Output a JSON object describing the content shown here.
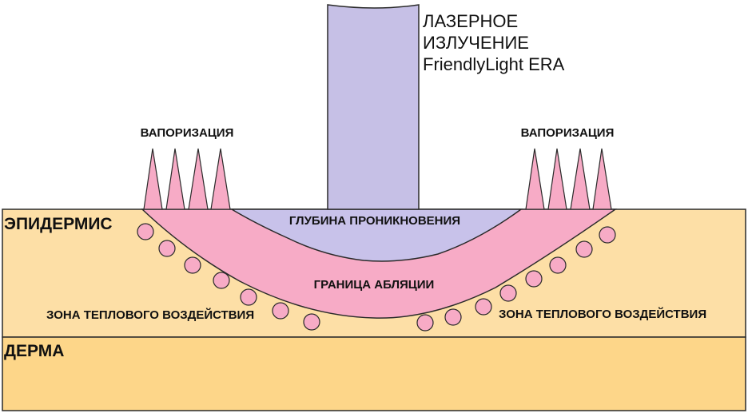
{
  "laser": {
    "line1": "ЛАЗЕРНОЕ",
    "line2": "ИЗЛУЧЕНИЕ",
    "line3": "FriendlyLight ERA"
  },
  "labels": {
    "vaporization_left": "ВАПОРИЗАЦИЯ",
    "vaporization_right": "ВАПОРИЗАЦИЯ",
    "epidermis": "ЭПИДЕРМИС",
    "dermis": "ДЕРМА",
    "penetration_depth": "ГЛУБИНА ПРОНИКНОВЕНИЯ",
    "ablation_boundary": "ГРАНИЦА АБЛЯЦИИ",
    "thermal_zone_left": "ЗОНА ТЕПЛОВОГО ВОЗДЕЙСТВИЯ",
    "thermal_zone_right": "ЗОНА ТЕПЛОВОГО ВОЗДЕЙСТВИЯ"
  },
  "colors": {
    "epidermis": "#fddfa6",
    "dermis": "#fdd689",
    "laser_beam": "#c6c0e6",
    "penetration": "#c8c2ea",
    "ablation": "#f7abc6",
    "vapor": "#f7abc6",
    "thermal_dots": "#f7abc6",
    "outline": "#2a2a2a"
  }
}
